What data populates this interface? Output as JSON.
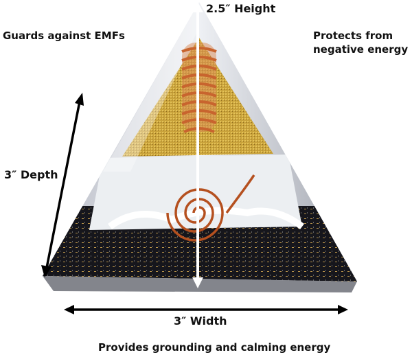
{
  "labels": {
    "height": "2.5″ Height",
    "emf": "Guards against EMFs",
    "protects_line1": "Protects from",
    "protects_line2": "negative energy",
    "depth": "3″ Depth",
    "width": "3″ Width",
    "grounding": "Provides grounding and calming energy"
  },
  "colors": {
    "gold": "#c9a23a",
    "copper": "#c8642e",
    "black_base": "#16161c",
    "selenite": "#eceff2"
  }
}
